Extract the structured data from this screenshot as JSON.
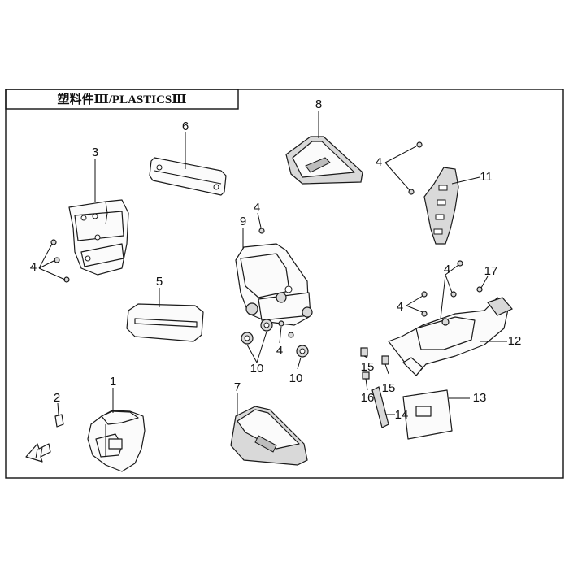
{
  "header": {
    "title": "塑料件Ⅲ/PLASTICSⅢ"
  },
  "callouts": {
    "c1": "1",
    "c2": "2",
    "c3": "3",
    "c4a": "4",
    "c4b": "4",
    "c4c": "4",
    "c4d": "4",
    "c4e": "4",
    "c4f": "4",
    "c5": "5",
    "c6": "6",
    "c7": "7",
    "c8": "8",
    "c9": "9",
    "c10a": "10",
    "c10b": "10",
    "c11": "11",
    "c12": "12",
    "c13": "13",
    "c14": "14",
    "c15a": "15",
    "c15b": "15",
    "c16": "16",
    "c17": "17"
  },
  "icons": {
    "front_arrow": "front-direction-arrow-icon"
  }
}
